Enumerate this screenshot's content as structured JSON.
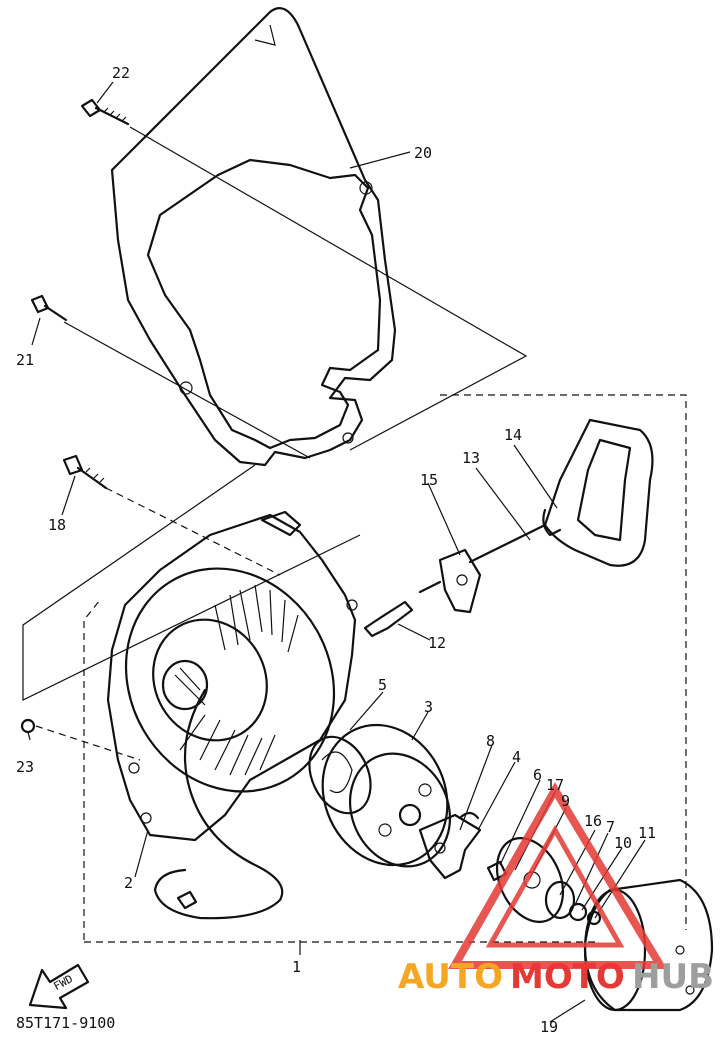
{
  "diagram": {
    "callouts": [
      "1",
      "2",
      "3",
      "4",
      "5",
      "6",
      "7",
      "8",
      "9",
      "10",
      "11",
      "12",
      "13",
      "14",
      "15",
      "16",
      "17",
      "18",
      "19",
      "20",
      "21",
      "22",
      "23"
    ],
    "fwd_label": "FWD",
    "catalog_code": "85T171-9100"
  },
  "watermark": {
    "word_a": "AUTO",
    "word_b": "MOTO",
    "word_c": "HUB",
    "color_a": "#f5a623",
    "color_b": "#e53935",
    "color_c": "#9e9e9e"
  }
}
